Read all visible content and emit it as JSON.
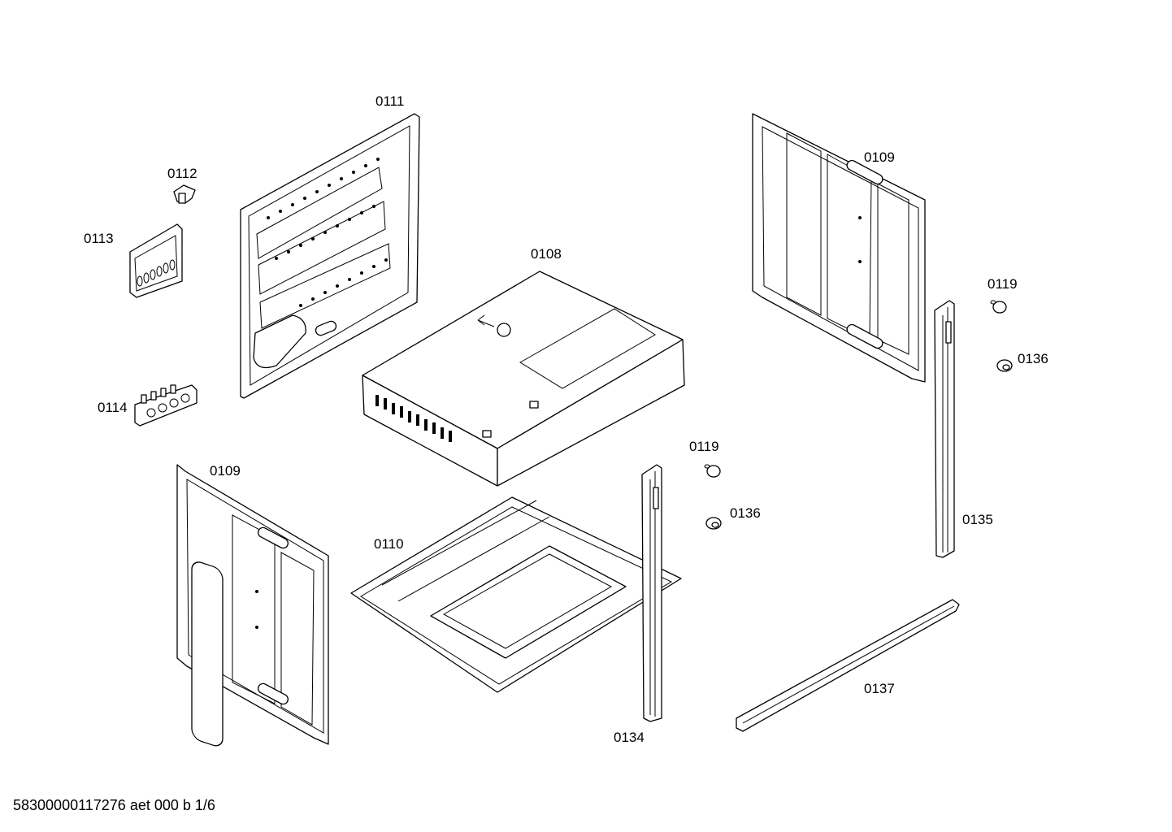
{
  "diagram": {
    "parts": [
      {
        "id": "0111"
      },
      {
        "id": "0112"
      },
      {
        "id": "0113"
      },
      {
        "id": "0114"
      },
      {
        "id": "0109"
      },
      {
        "id": "0108"
      },
      {
        "id": "0110"
      },
      {
        "id": "0109"
      },
      {
        "id": "0119"
      },
      {
        "id": "0136"
      },
      {
        "id": "0119"
      },
      {
        "id": "0136"
      },
      {
        "id": "0135"
      },
      {
        "id": "0134"
      },
      {
        "id": "0137"
      }
    ],
    "footer": "58300000117276 aet 000 b 1/6"
  }
}
